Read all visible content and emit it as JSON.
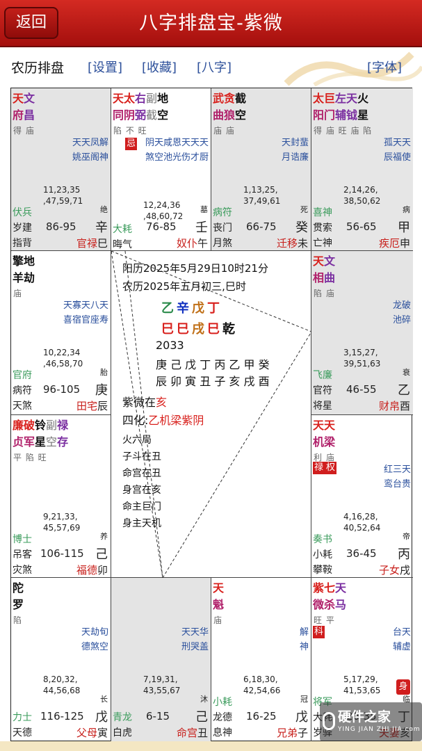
{
  "header": {
    "back_label": "返回",
    "title": "八字排盘宝-紫微"
  },
  "toolbar": {
    "label": "农历排盘",
    "links": [
      "[设置]",
      "[收藏]",
      "[八字]",
      "[字体]"
    ]
  },
  "cells": {
    "si": {
      "stars1": [
        "天",
        "文"
      ],
      "stars2": [
        "府",
        "昌"
      ],
      "bright": "得 庙",
      "minor1": "天天凤解",
      "minor2": "姚巫阁神",
      "ages1": "11,23,35",
      "ages2": ",47,59,71",
      "life": "绝",
      "g1": "伏兵",
      "g2": "岁建",
      "g3": "指背",
      "range": "86-95",
      "stem": "辛",
      "palace": "官禄",
      "branch": "巳"
    },
    "wu": {
      "stars1": [
        "天",
        "太",
        "右",
        "副",
        "地"
      ],
      "stars2": [
        "同",
        "阴",
        "弼",
        "截",
        "空"
      ],
      "bright": "陷 不 旺",
      "ji": "忌",
      "minor1": "阴天咸恩天天天",
      "minor2": "煞空池光伤才厨",
      "ages1": "12,24,36",
      "ages2": ",48,60,72",
      "life": "墓",
      "g1": "大耗",
      "g2": "晦气",
      "range": "76-85",
      "stem": "壬",
      "palace": "奴仆",
      "branch": "午"
    },
    "wei": {
      "stars1": [
        "武",
        "贪",
        "截"
      ],
      "stars2": [
        "曲",
        "狼",
        "空"
      ],
      "bright": "庙 庙",
      "minor1": "天封蜚",
      "minor2": "月诰廉",
      "ages1": "1,13,25,",
      "ages2": "37,49,61",
      "life": "死",
      "g1": "病符",
      "g2": "丧门",
      "g3": "月煞",
      "range": "66-75",
      "stem": "癸",
      "palace": "迁移",
      "branch": "未"
    },
    "shen": {
      "stars1": [
        "太",
        "巨",
        "左",
        "天",
        "火"
      ],
      "stars2": [
        "阳",
        "门",
        "辅",
        "钺",
        "星"
      ],
      "bright": "得 庙 旺 庙 陷",
      "minor1": "孤天天",
      "minor2": "辰福使",
      "ages1": "2,14,26,",
      "ages2": "38,50,62",
      "life": "病",
      "g1": "喜神",
      "g2": "贯索",
      "g3": "亡神",
      "range": "56-65",
      "stem": "甲",
      "palace": "疾厄",
      "branch": "申"
    },
    "chen": {
      "stars1": [
        "擎",
        "地"
      ],
      "stars2": [
        "羊",
        "劫"
      ],
      "bright": "庙",
      "minor1": "天寡天八天",
      "minor2": "喜宿官座寿",
      "ages1": "10,22,34",
      "ages2": ",46,58,70",
      "life": "胎",
      "g1": "官府",
      "g2": "病符",
      "g3": "天煞",
      "range": "96-105",
      "stem": "庚",
      "palace": "田宅",
      "branch": "辰"
    },
    "you": {
      "stars1": [
        "天",
        "文"
      ],
      "stars2": [
        "相",
        "曲"
      ],
      "bright": "陷 庙",
      "minor1": "龙破",
      "minor2": "池碎",
      "ages1": "3,15,27,",
      "ages2": "39,51,63",
      "life": "衰",
      "g1": "飞廉",
      "g2": "官符",
      "g3": "将星",
      "range": "46-55",
      "stem": "乙",
      "palace": "财帛",
      "branch": "酉"
    },
    "mao": {
      "stars1": [
        "廉",
        "破",
        "铃",
        "副",
        "禄"
      ],
      "stars2": [
        "贞",
        "军",
        "星",
        "空",
        "存"
      ],
      "bright": "平 陷 旺",
      "minor1": "",
      "minor2": "",
      "ages1": "9,21,33,",
      "ages2": "45,57,69",
      "life": "养",
      "g1": "博士",
      "g2": "吊客",
      "g3": "灾煞",
      "range": "106-115",
      "stem": "己",
      "palace": "福德",
      "branch": "卯"
    },
    "xu": {
      "stars1": [
        "天",
        "天"
      ],
      "stars2": [
        "机",
        "梁"
      ],
      "bright": "利 庙",
      "tags": [
        "禄",
        "权"
      ],
      "minor1": "红三天",
      "minor2": "鸾台贵",
      "ages1": "4,16,28,",
      "ages2": "40,52,64",
      "life": "帝",
      "g1": "奏书",
      "g2": "小耗",
      "g3": "攀鞍",
      "range": "36-45",
      "stem": "丙",
      "palace": "子女",
      "branch": "戌"
    },
    "yin": {
      "stars1": [
        "陀"
      ],
      "stars2": [
        "罗"
      ],
      "bright": "陷",
      "minor1": "天劫旬",
      "minor2": "德煞空",
      "ages1": "8,20,32,",
      "ages2": "44,56,68",
      "life": "长",
      "g1": "力士",
      "g2": "天德",
      "range": "116-125",
      "stem": "戊",
      "palace": "父母",
      "branch": "寅"
    },
    "chou": {
      "minor1": "天天华",
      "minor2": "刑哭盖",
      "ages1": "7,19,31,",
      "ages2": "43,55,67",
      "life": "沐",
      "g1": "青龙",
      "g2": "白虎",
      "range": "6-15",
      "stem": "己",
      "palace": "命宫",
      "branch": "丑"
    },
    "zi": {
      "stars1": [
        "天"
      ],
      "stars2": [
        "魁"
      ],
      "bright": "庙",
      "minor1": "解",
      "minor2": "神",
      "ages1": "6,18,30,",
      "ages2": "42,54,66",
      "life": "冠",
      "g1": "小耗",
      "g2": "龙德",
      "g3": "息神",
      "range": "16-25",
      "stem": "戊",
      "palace": "兄弟",
      "branch": "子"
    },
    "hai": {
      "stars1": [
        "紫",
        "七",
        "天"
      ],
      "stars2": [
        "微",
        "杀",
        "马"
      ],
      "bright": "旺 平",
      "tag": "科",
      "minor1": "台天",
      "minor2": "辅虚",
      "ages1": "5,17,29,",
      "ages2": "41,53,65",
      "life": "临",
      "g1": "将军",
      "g2": "大耗",
      "g3": "岁驿",
      "range": "26-35",
      "stem": "丁",
      "palace": "夫妻",
      "branch": "亥",
      "shen_badge": "身"
    }
  },
  "center": {
    "solar": "阳历2025年5月29日10时21分",
    "lunar": "农历2025年五月初三,巳时",
    "stems": [
      "乙",
      "辛",
      "戊",
      "丁"
    ],
    "branches": [
      "巳",
      "巳",
      "戌",
      "巳"
    ],
    "gender": "乾",
    "year": "2033",
    "dayun_stems": "庚 己 戊 丁 丙 乙 甲 癸",
    "dayun_branches": "辰 卯 寅 丑 子 亥 戌 酉",
    "ziwei_label": "紫微在",
    "ziwei_pos": "亥",
    "sihua_label": "四化:",
    "sihua_val": "乙机梁紫阴",
    "lines": [
      "火六局",
      "子斗在丑",
      "命宫在丑",
      "身宫在亥",
      "命主巨门",
      "身主天机"
    ]
  },
  "watermark": {
    "name": "硬件之家",
    "site": "YING JIAN ZHI JIA.com"
  },
  "colors": {
    "header": "#b8170f",
    "link": "#2c4f9a",
    "palace": "#c8201c",
    "minor": "#2a4f9c",
    "green": "#3a9b5b"
  }
}
